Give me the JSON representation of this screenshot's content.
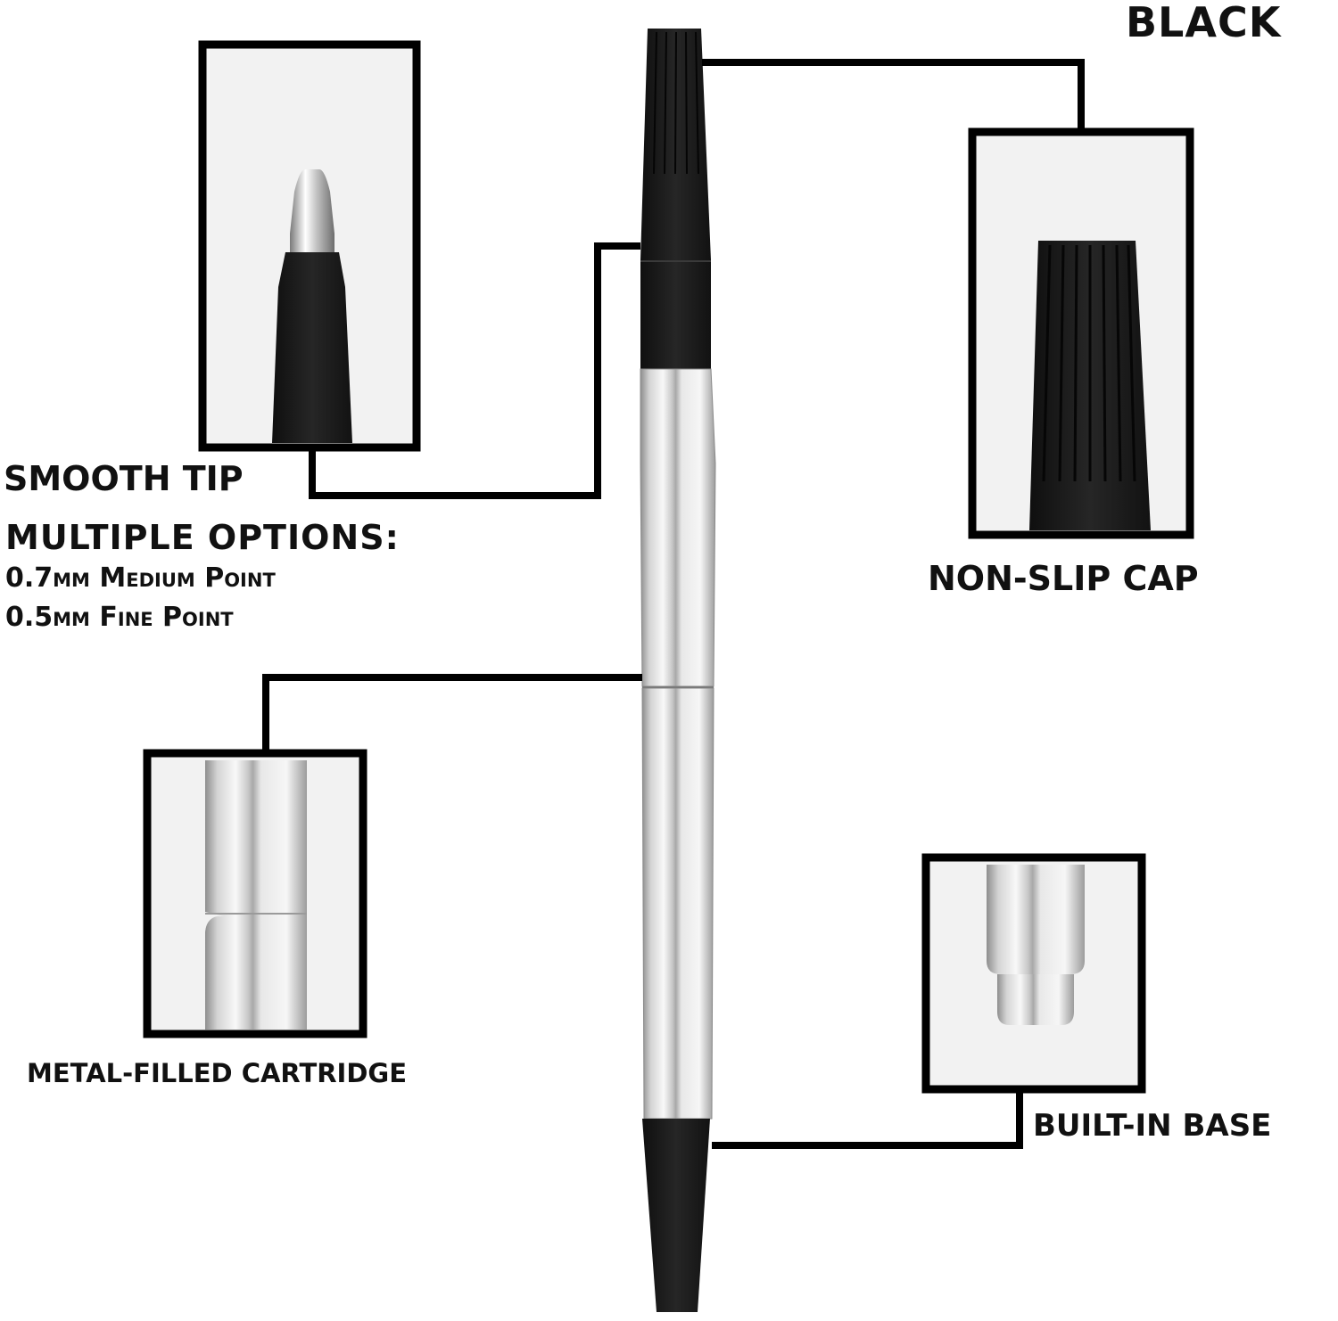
{
  "colors": {
    "ink": "#111111",
    "pen_black": "#1c1c1c",
    "panel_bg": "#f2f2f2",
    "silver_light": "#fafafa",
    "silver_dark": "#9a9a9a"
  },
  "header": {
    "color_name": "BLACK"
  },
  "callouts": {
    "tip": {
      "title": "SMOOTH TIP",
      "icon": "pen-tip-closeup-icon"
    },
    "options": {
      "title": "MULTIPLE OPTIONS:",
      "items": [
        "0.7mm Medium Point",
        "0.5mm Fine Point"
      ]
    },
    "cap": {
      "title": "NON-SLIP CAP",
      "icon": "ribbed-cap-closeup-icon"
    },
    "cartridge": {
      "title": "metal-filled cartridge",
      "icon": "cartridge-closeup-icon"
    },
    "base": {
      "title": "BUILT-IN BASE",
      "icon": "base-closeup-icon"
    }
  }
}
